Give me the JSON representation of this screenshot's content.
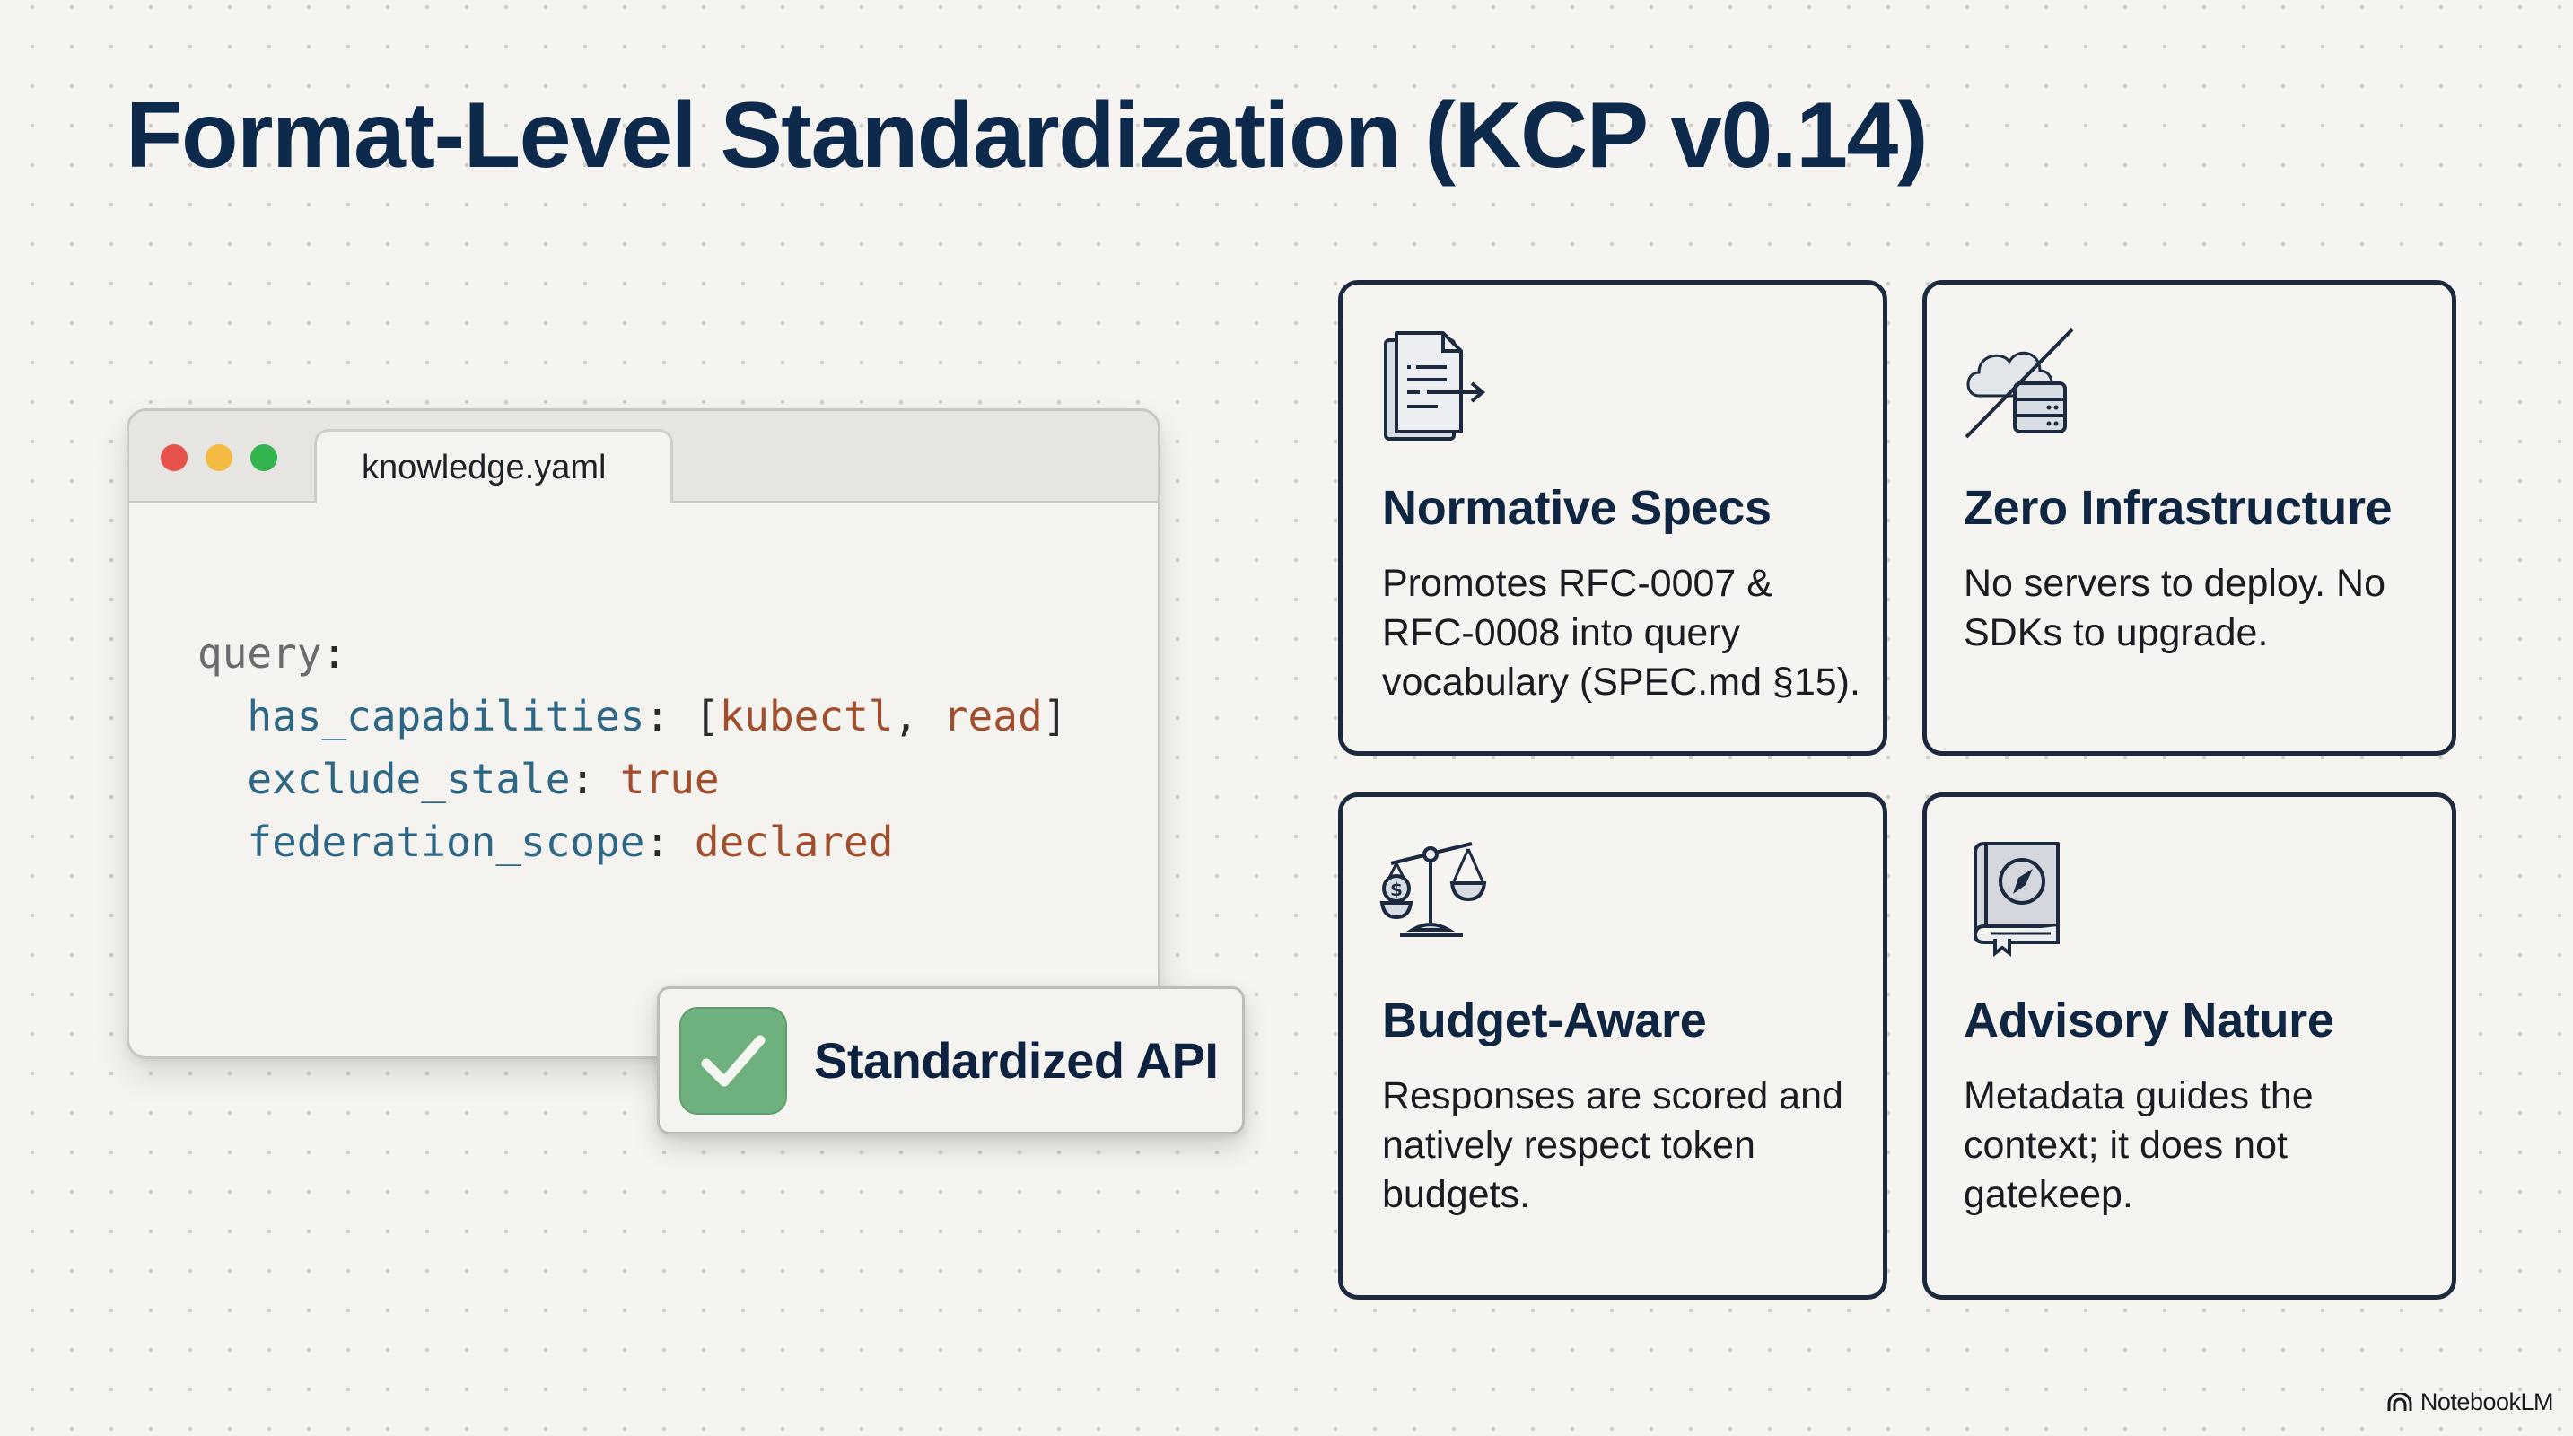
{
  "slide": {
    "title": "Format-Level Standardization (KCP v0.14)"
  },
  "editor": {
    "window_controls": [
      "close",
      "minimize",
      "maximize"
    ],
    "tab_label": "knowledge.yaml",
    "code": {
      "root_key": "query",
      "lines": [
        {
          "key": "has_capabilities",
          "open": "[",
          "values": [
            "kubectl",
            "read"
          ],
          "close": "]"
        },
        {
          "key": "exclude_stale",
          "value": "true"
        },
        {
          "key": "federation_scope",
          "value": "declared"
        }
      ]
    },
    "colors": {
      "key": "#2e6785",
      "value": "#a04e2c",
      "root": "#6b6b6b"
    }
  },
  "badge": {
    "icon": "check-icon",
    "label": "Standardized API",
    "color": "#6fb07f"
  },
  "cards": [
    {
      "icon": "document-arrow-icon",
      "title": "Normative Specs",
      "description": "Promotes RFC-0007 & RFC-0008 into query vocabulary (SPEC.md §15)."
    },
    {
      "icon": "no-cloud-server-icon",
      "title": "Zero Infrastructure",
      "description": "No servers to deploy. No SDKs to upgrade."
    },
    {
      "icon": "scale-dollar-icon",
      "title": "Budget-Aware",
      "description": "Responses are scored and natively respect token budgets."
    },
    {
      "icon": "book-compass-icon",
      "title": "Advisory Nature",
      "description": "Metadata guides the context; it does not gatekeep."
    }
  ],
  "watermark": {
    "label": "NotebookLM"
  },
  "theme": {
    "background": "#f5f4f0",
    "title_color": "#0d2a4d",
    "card_border": "#1b2a3e"
  }
}
